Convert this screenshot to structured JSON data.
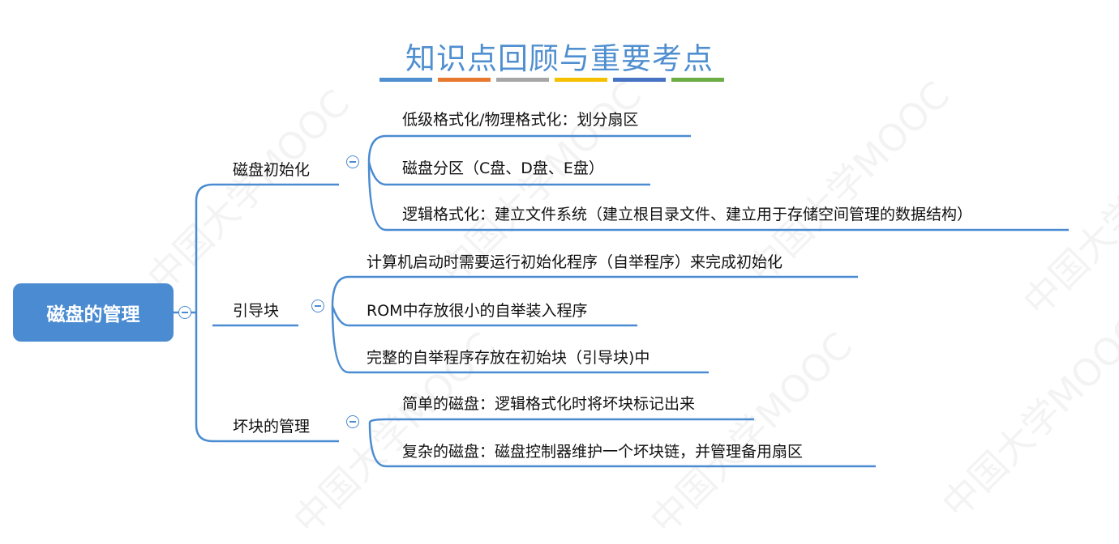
{
  "title": "知识点回顾与重要考点",
  "title_bar_colors": [
    "#4f8fd0",
    "#e8782e",
    "#a6a6a6",
    "#f5c000",
    "#4673c4",
    "#6cae45"
  ],
  "watermark": "中国大学MOOC",
  "root": {
    "label": "磁盘的管理"
  },
  "branches": [
    {
      "label": "磁盘初始化",
      "children": [
        "低级格式化/物理格式化：划分扇区",
        "磁盘分区（C盘、D盘、E盘）",
        "逻辑格式化：建立文件系统（建立根目录文件、建立用于存储空间管理的数据结构）"
      ]
    },
    {
      "label": "引导块",
      "children": [
        "计算机启动时需要运行初始化程序（自举程序）来完成初始化",
        "ROM中存放很小的自举装入程序",
        "完整的自举程序存放在初始块（引导块)中"
      ]
    },
    {
      "label": "坏块的管理",
      "children": [
        "简单的磁盘：逻辑格式化时将坏块标记出来",
        "复杂的磁盘：磁盘控制器维护一个坏块链，并管理备用扇区"
      ]
    }
  ]
}
